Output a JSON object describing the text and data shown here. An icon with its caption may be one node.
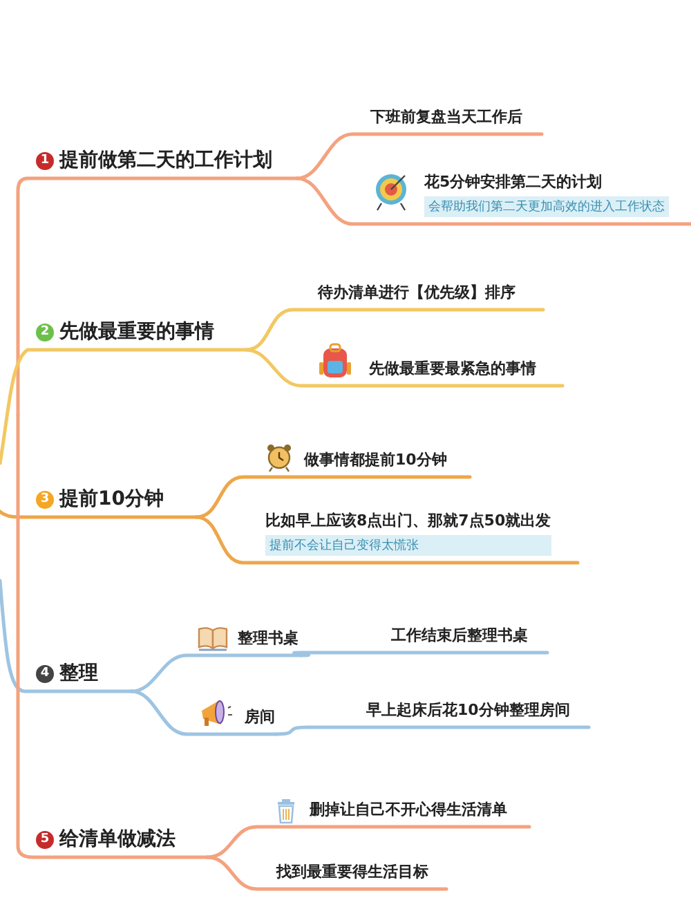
{
  "diagram": {
    "nodes": [
      {
        "text": [
          "1",
          "提前做第二天的工作计划"
        ]
      },
      {
        "text": [
          "下班前复盘当天工作后"
        ]
      },
      {
        "text": [
          "花5分钟安排第二天的计划",
          "会帮助我们第二天更加高效的进入工作状态"
        ]
      },
      {
        "text": [
          "2",
          "先做最重要的事情"
        ]
      },
      {
        "text": [
          "待办清单进行【优先级】排序"
        ]
      },
      {
        "text": [
          "先做最重要最紧急的事情"
        ]
      },
      {
        "text": [
          "3",
          "提前10分钟"
        ]
      },
      {
        "text": [
          "做事情都提前10分钟"
        ]
      },
      {
        "text": [
          "比如早上应该8点出门、那就7点50就出发",
          "提前不会让自己变得太慌张"
        ]
      },
      {
        "text": [
          "4",
          "整理"
        ]
      },
      {
        "text": [
          "整理书桌"
        ]
      },
      {
        "text": [
          "工作结束后整理书桌"
        ]
      },
      {
        "text": [
          "房间"
        ]
      },
      {
        "text": [
          "早上起床后花10分钟整理房间"
        ]
      },
      {
        "text": [
          "5",
          "给清单做减法"
        ]
      },
      {
        "text": [
          "删掉让自己不开心得生活清单"
        ]
      },
      {
        "text": [
          "找到最重要得生活目标"
        ]
      }
    ],
    "edges": [
      {
        "from": null,
        "to": 0,
        "arrow": "none"
      },
      {
        "from": 0,
        "to": 1,
        "arrow": "none"
      },
      {
        "from": 0,
        "to": 2,
        "arrow": "none"
      },
      {
        "from": null,
        "to": 3,
        "arrow": "none",
        "color": "#f2c862"
      },
      {
        "from": 3,
        "to": 4,
        "arrow": "none",
        "color": "#f2c862"
      },
      {
        "from": 3,
        "to": 5,
        "arrow": "none",
        "color": "#f2c862"
      },
      {
        "from": null,
        "to": 6,
        "arrow": "none",
        "color": "#eea64a"
      },
      {
        "from": 6,
        "to": 7,
        "arrow": "none",
        "color": "#eea64a"
      },
      {
        "from": 6,
        "to": 8,
        "arrow": "none",
        "color": "#eea64a"
      },
      {
        "from": null,
        "to": 9,
        "arrow": "none",
        "color": "#9ec4e2"
      },
      {
        "from": 9,
        "to": 10,
        "arrow": "none",
        "color": "#9ec4e2"
      },
      {
        "from": 10,
        "to": 11,
        "arrow": "none",
        "color": "#9ec4e2"
      },
      {
        "from": 9,
        "to": 12,
        "arrow": "none",
        "color": "#9ec4e2"
      },
      {
        "from": 12,
        "to": 13,
        "arrow": "none",
        "color": "#9ec4e2"
      },
      {
        "from": null,
        "to": 14,
        "arrow": "none"
      },
      {
        "from": 14,
        "to": 15,
        "arrow": "none"
      },
      {
        "from": 14,
        "to": 16,
        "arrow": "none"
      }
    ]
  }
}
